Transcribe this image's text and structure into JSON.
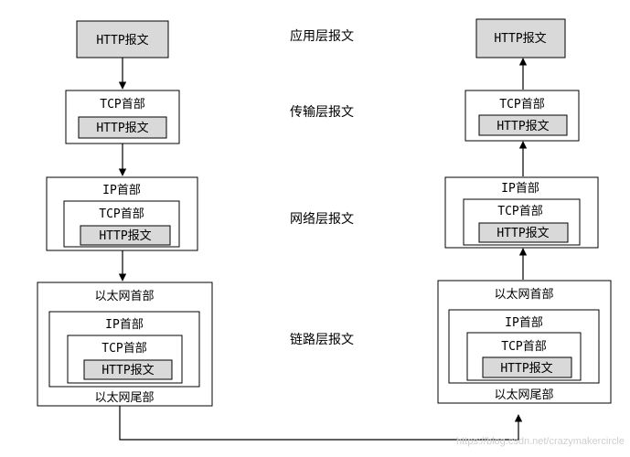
{
  "layers": {
    "application": "应用层报文",
    "transport": "传输层报文",
    "network": "网络层报文",
    "link": "链路层报文"
  },
  "blocks": {
    "http": "HTTP报文",
    "tcp_header": "TCP首部",
    "ip_header": "IP首部",
    "eth_header": "以太网首部",
    "eth_trailer": "以太网尾部"
  },
  "watermark": "https://blog.csdn.net/crazymakercircle",
  "colors": {
    "highlight_fill": "#d9d9d9",
    "stroke": "#000000"
  }
}
